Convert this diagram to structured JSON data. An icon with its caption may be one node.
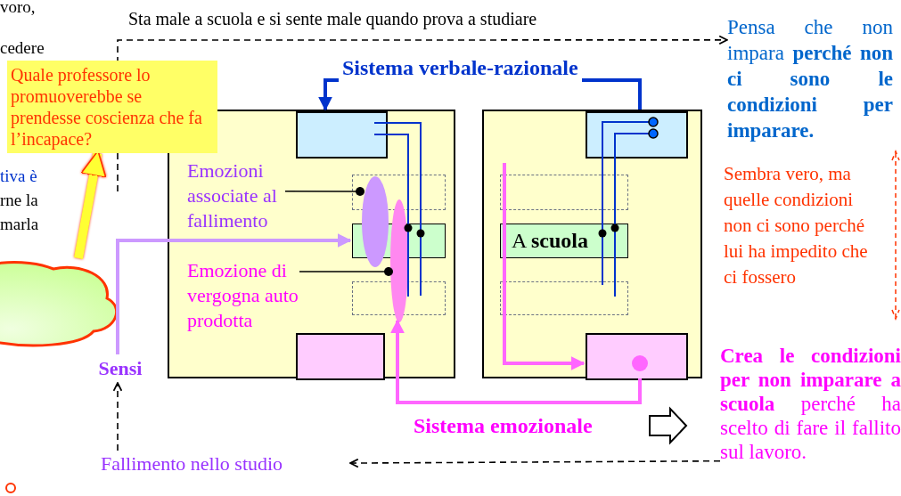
{
  "diagram": {
    "nodes": [
      {
        "text": [],
        "shape": "box"
      },
      {
        "text": [],
        "shape": "box",
        "in": 0
      },
      {
        "text": [],
        "shape": "box",
        "in": 0
      },
      {
        "text": [],
        "shape": "box",
        "in": 0
      },
      {
        "text": [],
        "shape": "box",
        "in": 0
      },
      {
        "text": [],
        "shape": "box",
        "in": 0
      },
      {
        "text": [
          "Emozioni associate al fallimento"
        ],
        "in": 0
      },
      {
        "text": [
          "Emozione di vergogna auto prodotta"
        ],
        "in": 0
      },
      {
        "text": [],
        "shape": "ellipse",
        "in": 0
      },
      {
        "text": [],
        "shape": "ellipse",
        "in": 0
      },
      {
        "text": [],
        "shape": "box"
      },
      {
        "text": [],
        "shape": "box",
        "in": 10
      },
      {
        "text": [],
        "shape": "box",
        "in": 10
      },
      {
        "text": [
          "A **scuola**"
        ],
        "in": 10
      },
      {
        "text": [],
        "shape": "box",
        "in": 10
      },
      {
        "text": [],
        "shape": "box",
        "in": 10
      },
      {
        "text": [
          "Quale professore lo promuoverebbe se prendesse coscienza che fa l’incapace?"
        ]
      },
      {
        "text": [],
        "shape": "cloud"
      },
      {
        "text": [
          "Sensi"
        ]
      },
      {
        "text": [
          "Fallimento nello studio"
        ]
      },
      {
        "text": [
          "Pensa che non impara **perché non ci sono le condizioni per imparare.**"
        ]
      },
      {
        "text": [
          "**Crea le condizioni per non imparare a scuola** perché ha scelto di fare il fallito sul lavoro."
        ]
      }
    ],
    "edges": [
      {
        "from": null,
        "to": 20,
        "arrow": "to",
        "label": "Sta male a scuola e si sente male quando prova a studiare",
        "style": "dashed"
      },
      {
        "from": 21,
        "to": 19,
        "arrow": "to",
        "style": "dashed"
      },
      {
        "from": 19,
        "to": 18,
        "arrow": "to",
        "style": "dashed"
      },
      {
        "from": 18,
        "to": 3,
        "arrow": "to",
        "style": "thick",
        "color": "#cc99ff"
      },
      {
        "from": 11,
        "to": 1,
        "arrow": "to",
        "label": "Sistema verbale-razionale",
        "style": "thick",
        "color": "#0033cc"
      },
      {
        "from": 15,
        "to": 9,
        "arrow": "to",
        "label": "Sistema emozionale",
        "style": "thick",
        "color": "#ff66ff"
      },
      {
        "from": null,
        "to": 15,
        "arrow": "to",
        "style": "thick",
        "color": "#ff66ff"
      },
      {
        "from": 17,
        "to": 16,
        "arrow": "to",
        "style": "thick",
        "color": "#ffff33"
      },
      {
        "from": 6,
        "to": 8,
        "arrow": "other"
      },
      {
        "from": 7,
        "to": 9,
        "arrow": "other"
      }
    ],
    "labels": [
      "voro,",
      "cedere",
      "tiva è",
      "rne la",
      "marla",
      "Sembra vero, ma quelle condizioni non ci sono perché lui ha impedito che ci fossero"
    ]
  }
}
